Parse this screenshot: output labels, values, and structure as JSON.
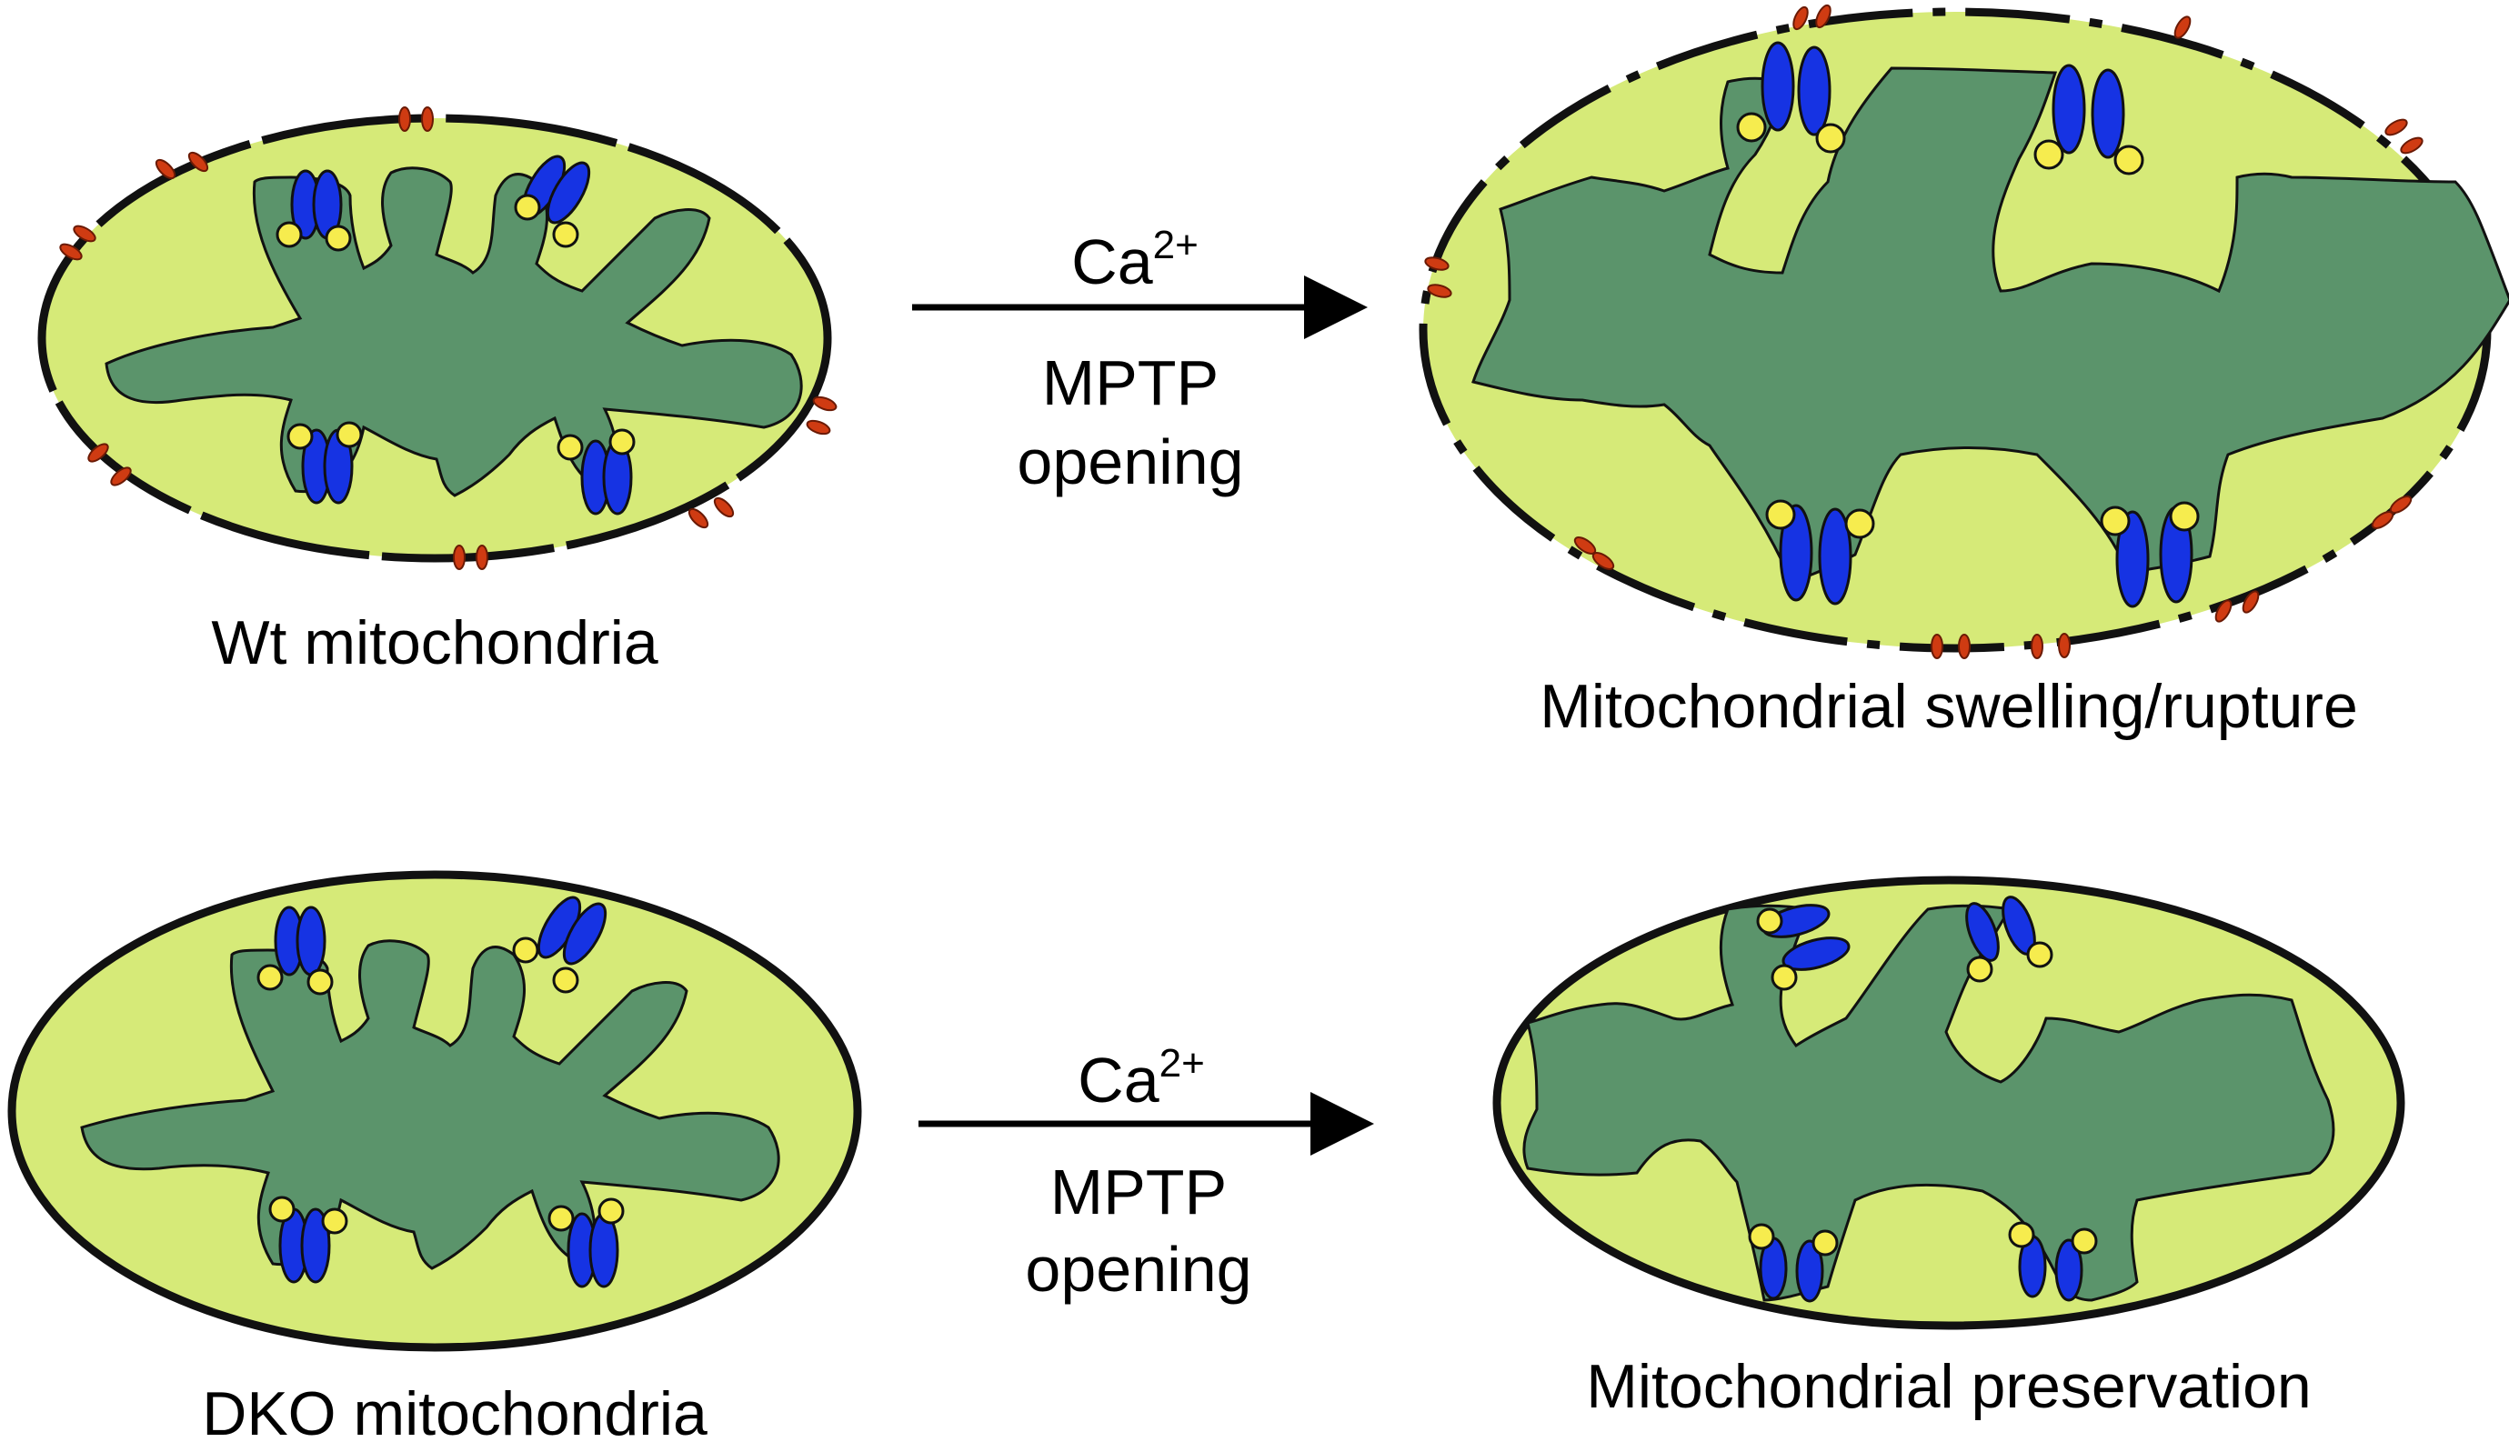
{
  "colors": {
    "matrix_space": "#d6ea78",
    "cristae": "#5b946b",
    "outline": "#111111",
    "protein_blue": "#1633e3",
    "protein_yellow": "#f6ec4e",
    "membrane_red": "#cf3b12"
  },
  "panels": {
    "wt": {
      "caption": "Wt mitochondria"
    },
    "swelling": {
      "caption": "Mitochondrial swelling/rupture"
    },
    "dko": {
      "caption": "DKO mitochondria"
    },
    "preservation": {
      "caption": "Mitochondrial preservation"
    }
  },
  "arrows": [
    {
      "ion": "Ca",
      "charge": "2+",
      "line1": "MPTP",
      "line2": "opening"
    },
    {
      "ion": "Ca",
      "charge": "2+",
      "line1": "MPTP",
      "line2": "opening"
    }
  ]
}
